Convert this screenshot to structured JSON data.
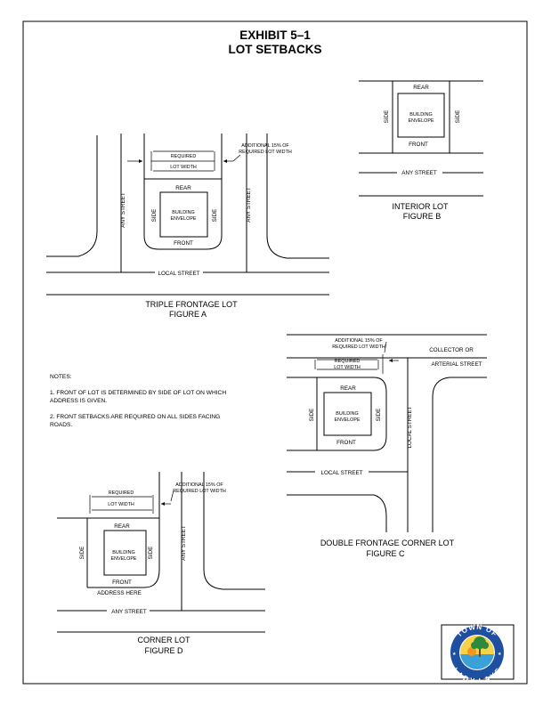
{
  "title": {
    "line1": "EXHIBIT 5–1",
    "line2": "LOT SETBACKS"
  },
  "labels": {
    "rear": "REAR",
    "front": "FRONT",
    "side": "SIDE",
    "building": "BUILDING",
    "envelope": "ENVELOPE",
    "required": "REQUIRED",
    "lot_width": "LOT WIDTH",
    "additional_line1": "ADDITIONAL 15% OF",
    "additional_line2": "REQUIRED LOT WIDTH",
    "any_street": "ANY STREET",
    "local_street": "LOCAL STREET",
    "collector_or": "COLLECTOR OR",
    "arterial_street": "ARTERIAL STREET",
    "address_here": "ADDRESS HERE"
  },
  "figures": {
    "a": {
      "name": "TRIPLE FRONTAGE LOT",
      "label": "FIGURE A"
    },
    "b": {
      "name": "INTERIOR LOT",
      "label": "FIGURE B"
    },
    "c": {
      "name": "DOUBLE FRONTAGE CORNER LOT",
      "label": "FIGURE C"
    },
    "d": {
      "name": "CORNER LOT",
      "label": "FIGURE D"
    }
  },
  "notes": {
    "heading": "NOTES:",
    "item1_line1": "1. FRONT OF LOT IS DETERMINED BY SIDE OF LOT ON WHICH",
    "item1_line2": "ADDRESS IS GIVEN.",
    "item2_line1": "2. FRONT SETBACKS ARE REQUIRED ON ALL SIDES FACING",
    "item2_line2": "ROADS."
  },
  "seal": {
    "top_text": "TOWN OF",
    "bottom_text": "LADY LAKE",
    "colors": {
      "ring": "#1f4fa0",
      "sky": "#f5d24a",
      "water": "#3aa0d8",
      "tree": "#2d8a3a"
    }
  }
}
